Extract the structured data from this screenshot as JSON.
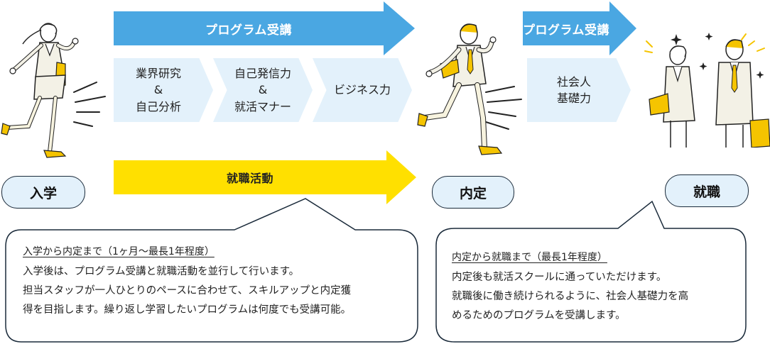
{
  "top_arrow_main": {
    "label": "プログラム受講"
  },
  "top_arrow_right": {
    "label": "プログラム受講"
  },
  "steps": [
    {
      "lines": [
        "業界研究",
        "&",
        "自己分析"
      ]
    },
    {
      "lines": [
        "自己発信力",
        "&",
        "就活マナー"
      ]
    },
    {
      "lines": [
        "ビジネス力"
      ]
    }
  ],
  "right_step": {
    "lines": [
      "社会人",
      "基礎力"
    ]
  },
  "job_hunting_arrow": {
    "label": "就職活動"
  },
  "milestones": {
    "enrollment": "入学",
    "offer": "内定",
    "employment": "就職"
  },
  "bubble_left": {
    "heading": "入学から内定まで（1ヶ月〜最長1年程度）",
    "lines": [
      "入学後は、プログラム受講と就職活動を並行して行います。",
      "担当スタッフが一人ひとりのペースに合わせて、スキルアップと内定獲",
      "得を目指します。繰り返し学習したいプログラムは何度でも受講可能。"
    ]
  },
  "bubble_right": {
    "heading": "内定から就職まで（最長1年程度）",
    "lines": [
      "内定後も就活スクールに通っていただけます。",
      "就職後に働き続けられるように、社会人基礎力を高",
      "めるためのプログラムを受講します。"
    ]
  },
  "colors": {
    "blue_arrow": "#4aa7e2",
    "yellow_arrow": "#ffe000",
    "light_blue": "#e3f1fb",
    "accent_yellow": "#f5c400"
  },
  "illustrations": [
    "running-woman-illustration",
    "running-man-illustration",
    "celebrating-workers-illustration"
  ]
}
